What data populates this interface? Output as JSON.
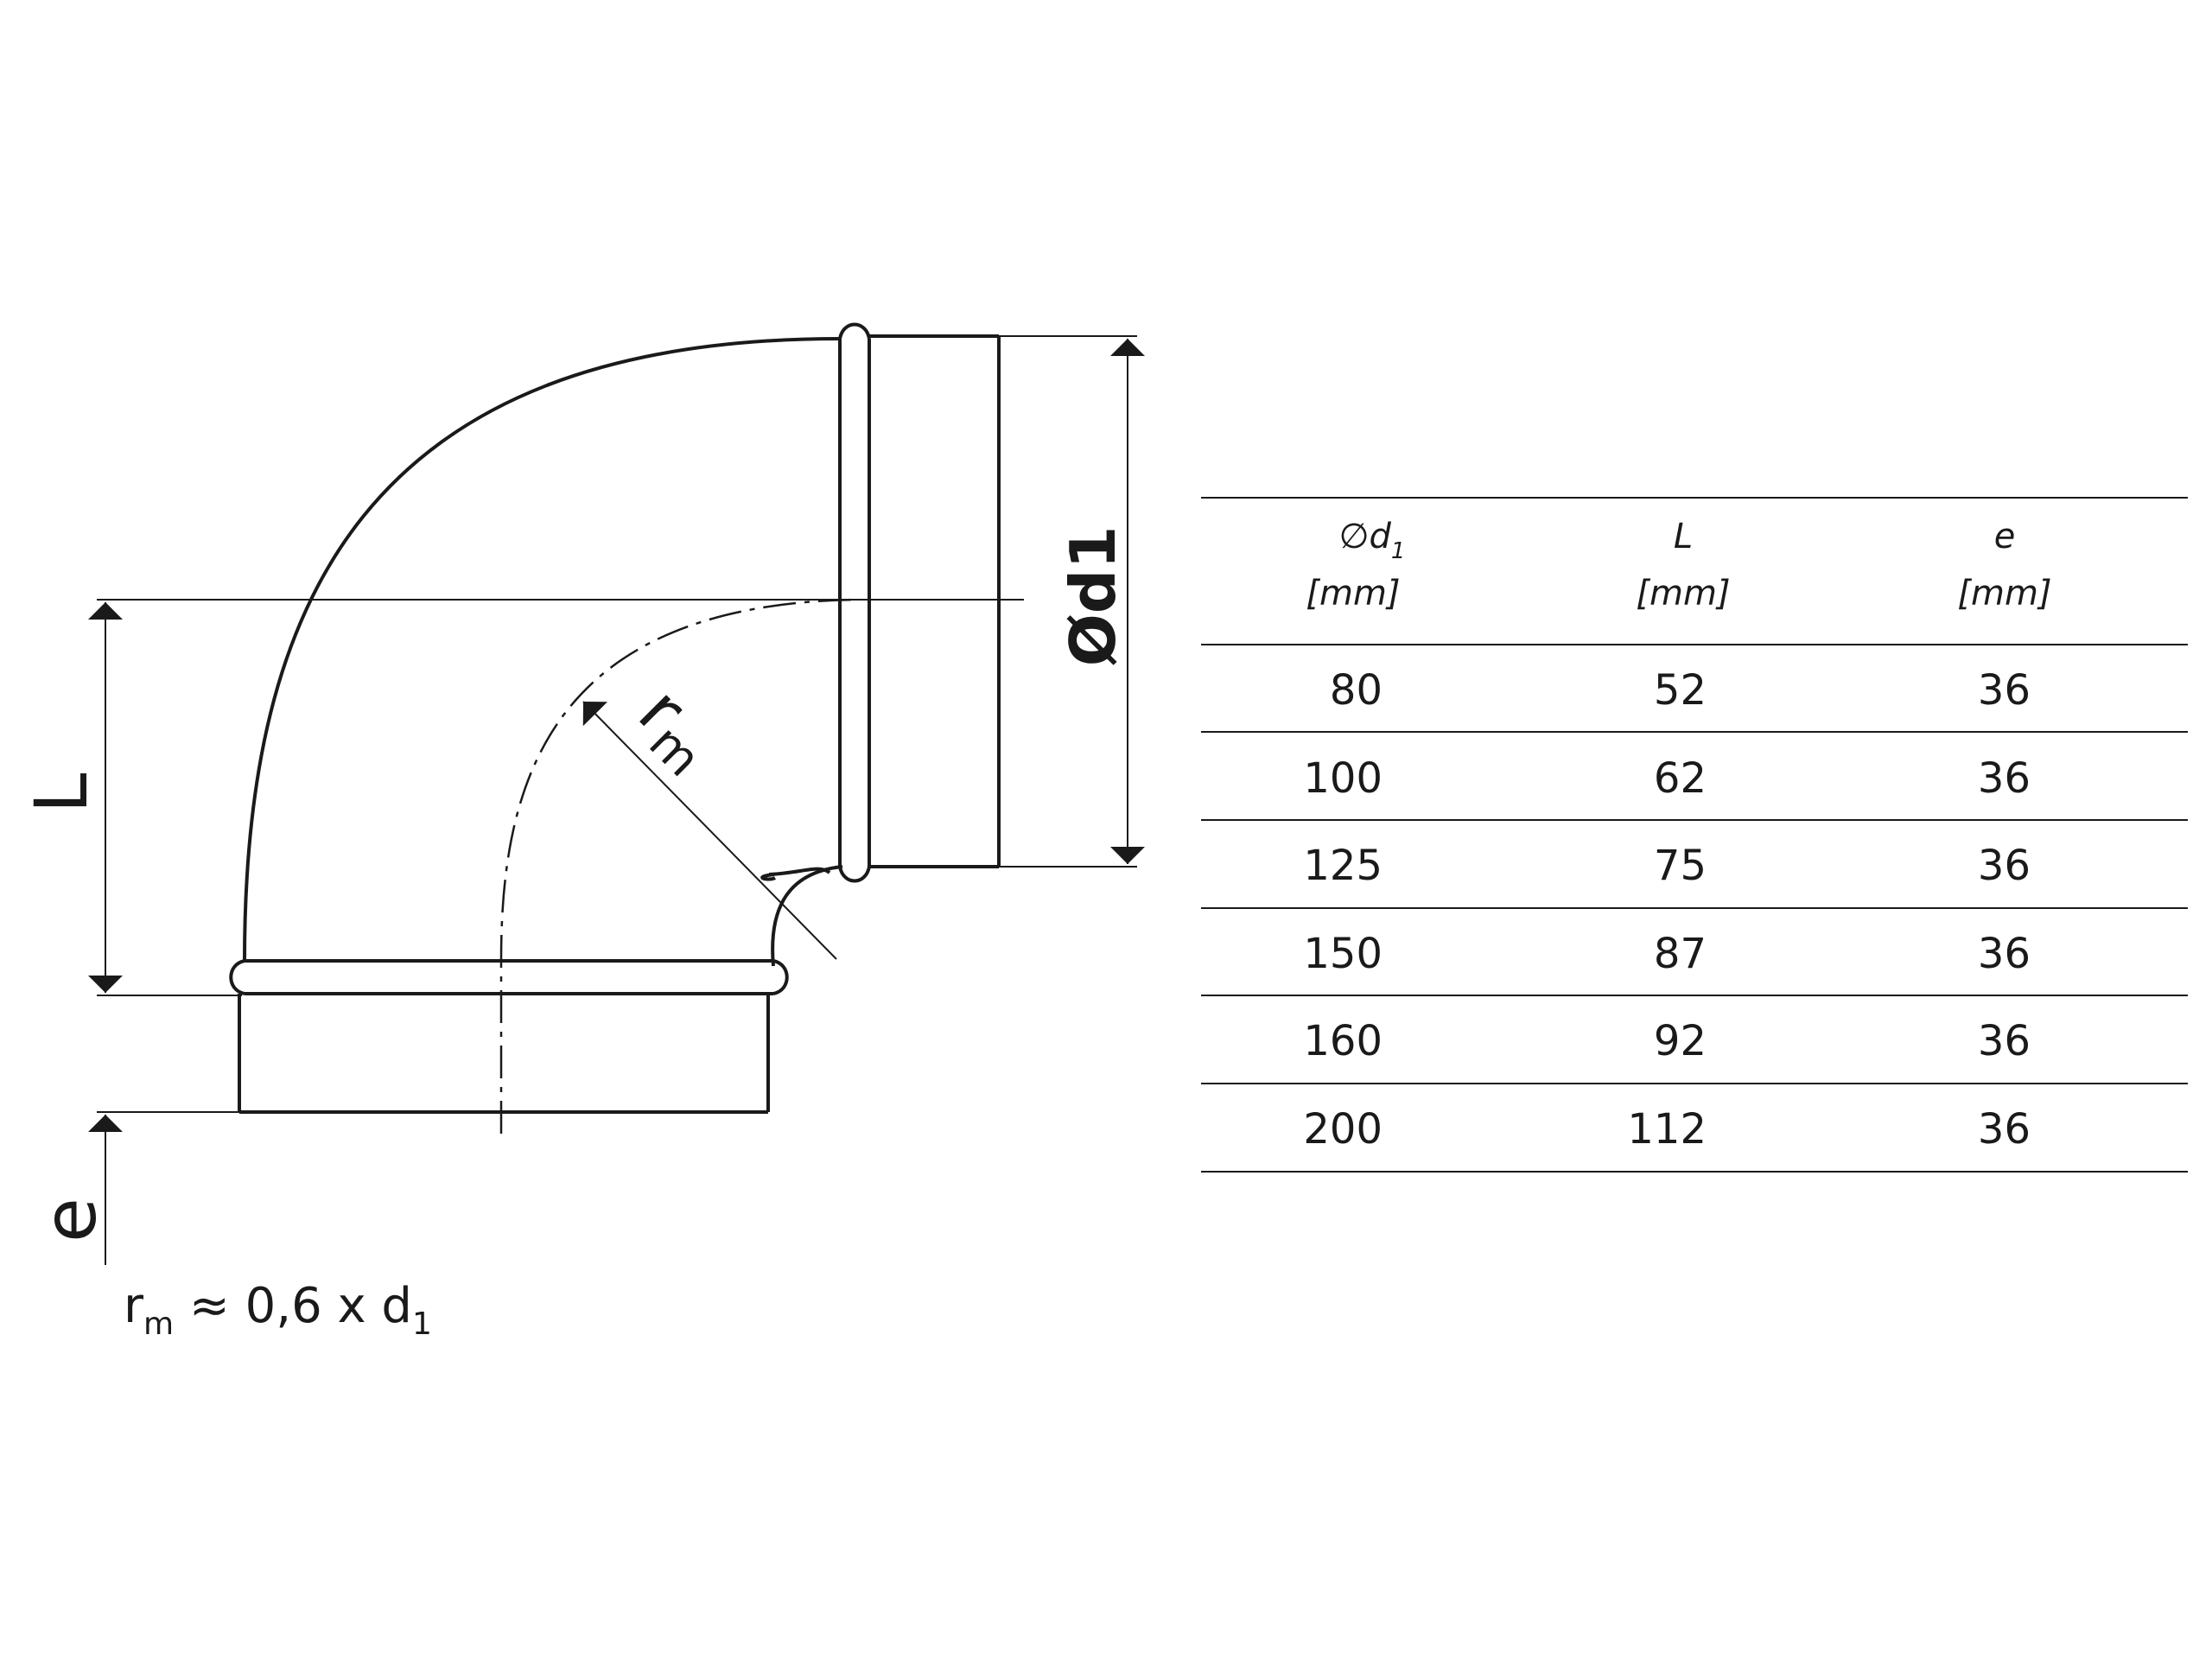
{
  "drawing": {
    "label_diameter": "Ød1",
    "label_length": "L",
    "label_e": "e",
    "label_radius_main": "r",
    "label_radius_sub": "m",
    "formula": {
      "r": "r",
      "r_sub": "m",
      "mid": " ≈ 0,6 x d",
      "d_sub": "1"
    }
  },
  "table": {
    "headers": [
      {
        "symbol": "∅d",
        "sub": "1",
        "unit": "[mm]"
      },
      {
        "symbol": "L",
        "sub": "",
        "unit": "[mm]"
      },
      {
        "symbol": "e",
        "sub": "",
        "unit": "[mm]"
      }
    ],
    "rows": [
      [
        "80",
        "52",
        "36"
      ],
      [
        "100",
        "62",
        "36"
      ],
      [
        "125",
        "75",
        "36"
      ],
      [
        "150",
        "87",
        "36"
      ],
      [
        "160",
        "92",
        "36"
      ],
      [
        "200",
        "112",
        "36"
      ]
    ]
  }
}
